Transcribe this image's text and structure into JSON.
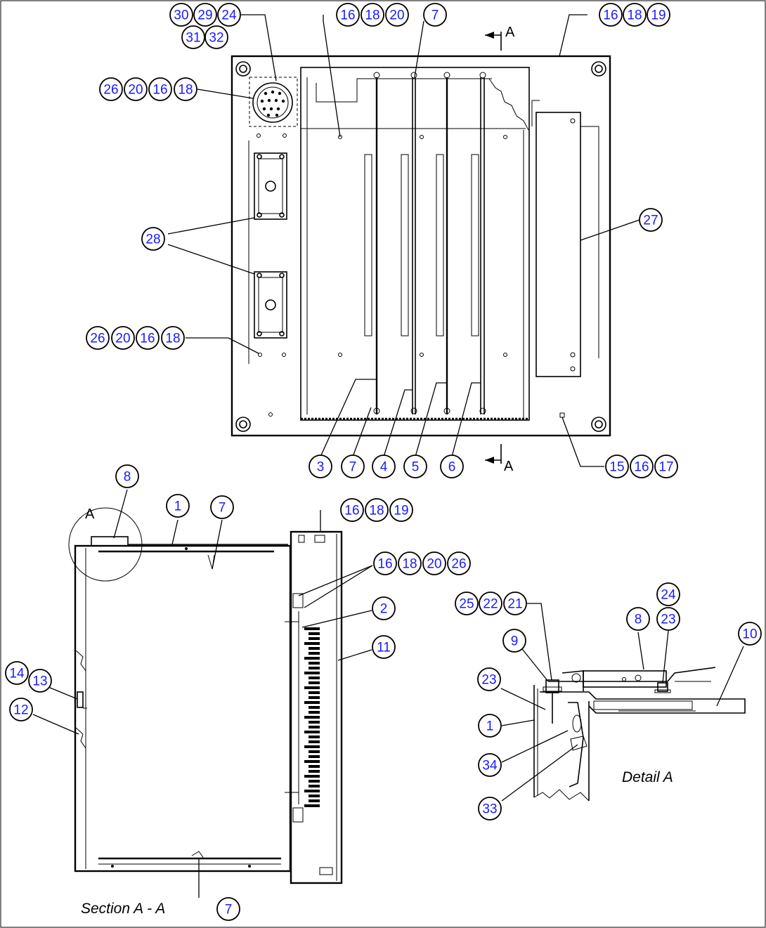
{
  "marks": {
    "section_top": "A",
    "section_bottom": "A",
    "detail_a": "A"
  },
  "captions": {
    "section": "Section A - A",
    "detail": "Detail A"
  },
  "callouts": [
    [
      "30",
      258,
      21
    ],
    [
      "29",
      292,
      21
    ],
    [
      "24",
      326,
      21
    ],
    [
      "31",
      275,
      53
    ],
    [
      "32",
      308,
      53
    ],
    [
      "16",
      495,
      21
    ],
    [
      "18",
      530,
      21
    ],
    [
      "20",
      565,
      21
    ],
    [
      "7",
      619,
      21
    ],
    [
      "16",
      869,
      21
    ],
    [
      "18",
      903,
      21
    ],
    [
      "19",
      937,
      21
    ],
    [
      "26",
      158,
      127
    ],
    [
      "20",
      193,
      127
    ],
    [
      "16",
      228,
      127
    ],
    [
      "18",
      264,
      127
    ],
    [
      "27",
      926,
      313
    ],
    [
      "28",
      218,
      340
    ],
    [
      "26",
      139,
      481
    ],
    [
      "20",
      175,
      481
    ],
    [
      "16",
      210,
      481
    ],
    [
      "18",
      246,
      481
    ],
    [
      "3",
      456,
      664
    ],
    [
      "7",
      502,
      664
    ],
    [
      "4",
      546,
      664
    ],
    [
      "5",
      591,
      664
    ],
    [
      "6",
      643,
      664
    ],
    [
      "15",
      878,
      664
    ],
    [
      "16",
      913,
      664
    ],
    [
      "17",
      948,
      664
    ],
    [
      "8",
      181,
      678
    ],
    [
      "1",
      253,
      720
    ],
    [
      "7",
      316,
      722
    ],
    [
      "16",
      501,
      726
    ],
    [
      "18",
      536,
      726
    ],
    [
      "19",
      571,
      726
    ],
    [
      "16",
      548,
      802
    ],
    [
      "18",
      583,
      802
    ],
    [
      "20",
      618,
      802
    ],
    [
      "26",
      653,
      802
    ],
    [
      "2",
      546,
      866
    ],
    [
      "11",
      546,
      921
    ],
    [
      "14",
      24,
      958
    ],
    [
      "13",
      57,
      969
    ],
    [
      "12",
      30,
      1010
    ],
    [
      "7",
      325,
      1294
    ],
    [
      "25",
      664,
      859
    ],
    [
      "22",
      698,
      859
    ],
    [
      "21",
      733,
      859
    ],
    [
      "24",
      951,
      846
    ],
    [
      "8",
      908,
      881
    ],
    [
      "23",
      951,
      881
    ],
    [
      "10",
      1067,
      902
    ],
    [
      "9",
      732,
      912
    ],
    [
      "23",
      696,
      967
    ],
    [
      "1",
      697,
      1033
    ],
    [
      "34",
      697,
      1089
    ],
    [
      "33",
      697,
      1151
    ]
  ],
  "terminal_strip": {
    "count": 37
  }
}
